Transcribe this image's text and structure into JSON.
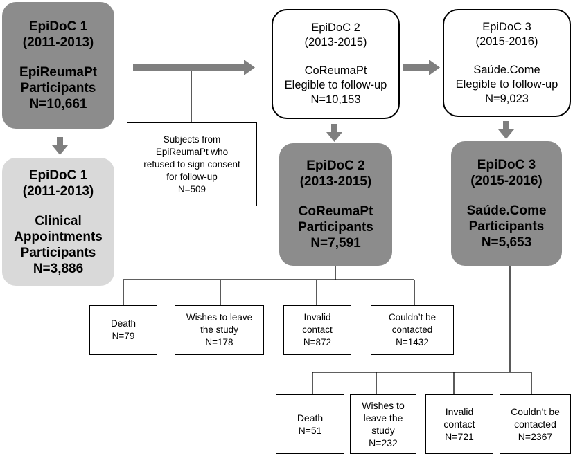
{
  "colors": {
    "dark_box": "#8c8c8c",
    "light_box": "#d9d9d9",
    "arrow": "#7f7f7f",
    "line": "#000000"
  },
  "epidoc1": {
    "title": "EpiDoC 1",
    "years": "(2011-2013)",
    "cohort": "EpiReumaPt",
    "role": "Participants",
    "n": "N=10,661"
  },
  "epidoc1_clinical": {
    "title": "EpiDoC 1",
    "years": "(2011-2013)",
    "line1": "Clinical",
    "line2": "Appointments",
    "line3": "Participants",
    "n": "N=3,886"
  },
  "refused": {
    "line1": "Subjects from",
    "line2": "EpiReumaPt who",
    "line3": "refused to sign consent",
    "line4": "for follow-up",
    "n": "N=509"
  },
  "epidoc2_eligible": {
    "title": "EpiDoC 2",
    "years": "(2013-2015)",
    "cohort": "CoReumaPt",
    "role": "Elegible to follow-up",
    "n": "N=10,153"
  },
  "epidoc3_eligible": {
    "title": "EpiDoC 3",
    "years": "(2015-2016)",
    "cohort": "Saúde.Come",
    "role": "Elegible to follow-up",
    "n": "N=9,023"
  },
  "epidoc2_participants": {
    "title": "EpiDoC 2",
    "years": "(2013-2015)",
    "cohort": "CoReumaPt",
    "role": "Participants",
    "n": "N=7,591"
  },
  "epidoc3_participants": {
    "title": "EpiDoC 3",
    "years": "(2015-2016)",
    "cohort": "Saúde.Come",
    "role": "Participants",
    "n": "N=5,653"
  },
  "loss2": [
    {
      "line1": "Death",
      "line2": "N=79"
    },
    {
      "line1": "Wishes to leave",
      "line2": "the study",
      "line3": "N=178"
    },
    {
      "line1": "Invalid",
      "line2": "contact",
      "line3": "N=872"
    },
    {
      "line1": "Couldn’t be",
      "line2": "contacted",
      "line3": "N=1432"
    }
  ],
  "loss3": [
    {
      "line1": "Death",
      "line2": "N=51"
    },
    {
      "line1": "Wishes to",
      "line2": "leave the",
      "line3": "study",
      "line4": "N=232"
    },
    {
      "line1": "Invalid",
      "line2": "contact",
      "line3": "N=721"
    },
    {
      "line1": "Couldn’t be",
      "line2": "contacted",
      "line3": "N=2367"
    }
  ]
}
